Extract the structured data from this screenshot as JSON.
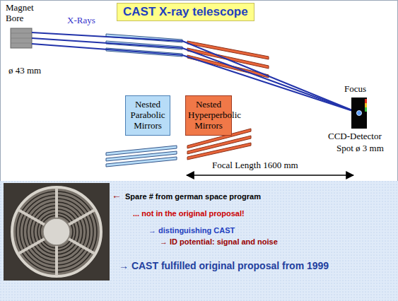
{
  "diagram": {
    "title": "CAST X-ray telescope",
    "nodes": [
      {
        "text": [
          "Nested Parabolic Mirrors"
        ]
      },
      {
        "text": [
          "Nested Hyperperbolic Mirrors"
        ]
      }
    ],
    "labels": [
      "Magnet Bore",
      "X-Rays",
      "ø 43 mm",
      "Focus",
      "CCD-Detector",
      "Spot ø 3 mm",
      "Focal Length 1600 mm",
      "←",
      "Spare # from german space program",
      "... not in the original proposal!",
      "→ distinguishing CAST",
      "→ ID potential: signal and noise",
      "→ CAST fulfilled original proposal from 1999"
    ]
  }
}
